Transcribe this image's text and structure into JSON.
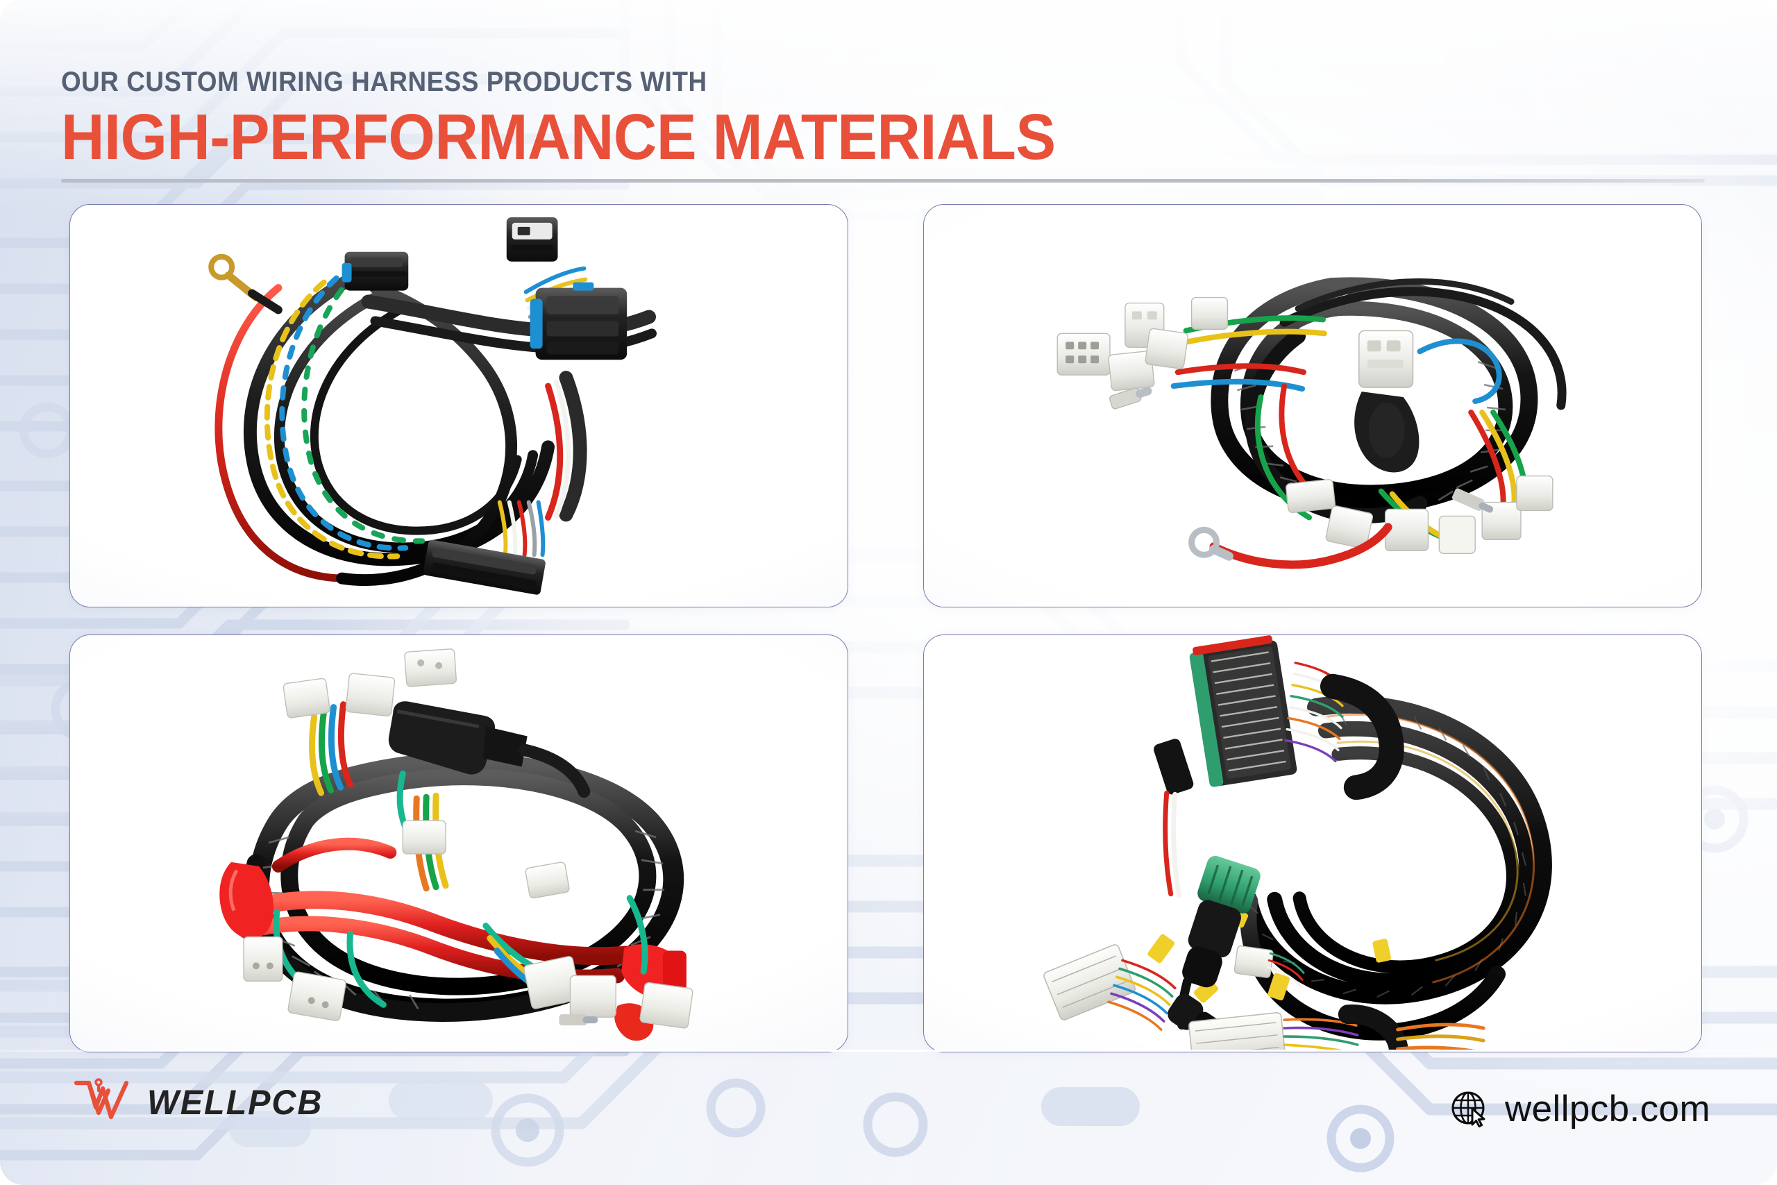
{
  "header": {
    "eyebrow": "OUR CUSTOM WIRING HARNESS  PRODUCTS WITH",
    "headline": "HIGH-PERFORMANCE MATERIALS",
    "eyebrow_color": "#566175",
    "headline_color": "#e8503a",
    "rule_color": "#b9bdc6"
  },
  "theme": {
    "background": "#eef1f7",
    "pcb_trace_color": "#c6d0e4",
    "card_border": "#7679ad",
    "card_background": "#ffffff",
    "accent_red": "#e8503a",
    "text_dark": "#232323"
  },
  "gallery": {
    "cards": [
      {
        "id": "card-1",
        "alt": "Custom automotive wiring harness with black multi-pin connectors, blue locking tabs, brass ring terminal and coiled black, red and yellow-striped cables",
        "position": "top-left",
        "dominant_colors": [
          "#1a1a1a",
          "#d9261c",
          "#1e90d2",
          "#e8c21a",
          "#b98a2a"
        ]
      },
      {
        "id": "card-2",
        "alt": "Motorcycle engine wiring harness with white nylon connectors, corrugated black conduit, green, red, yellow and blue wires and a ring terminal on a red lead",
        "position": "top-right",
        "dominant_colors": [
          "#1a1a1a",
          "#f2f2ef",
          "#16a34a",
          "#d9261c",
          "#e8c21a"
        ]
      },
      {
        "id": "card-3",
        "alt": "Heavy-duty power harness with thick red battery cables, red insulated boot terminals, black split-loom conduit and white connectors with teal and yellow wires",
        "position": "bottom-left",
        "dominant_colors": [
          "#1a1a1a",
          "#e02020",
          "#f2f2ef",
          "#17b890",
          "#e8c21a"
        ]
      },
      {
        "id": "card-4",
        "alt": "Industrial control harness with braided black sleeving, a large multi-pin ribbon connector, a green circular M12 connector and white multi-pin connectors with multicoloured wires",
        "position": "bottom-right",
        "dominant_colors": [
          "#111111",
          "#2f9e6e",
          "#f2f2ef",
          "#e87722",
          "#7a3fb8"
        ]
      }
    ]
  },
  "footer": {
    "brand_name": "WELLPCB",
    "brand_mark": "wellpcb-w-logo",
    "website": "wellpcb.com",
    "website_icon": "globe-cursor-icon"
  }
}
